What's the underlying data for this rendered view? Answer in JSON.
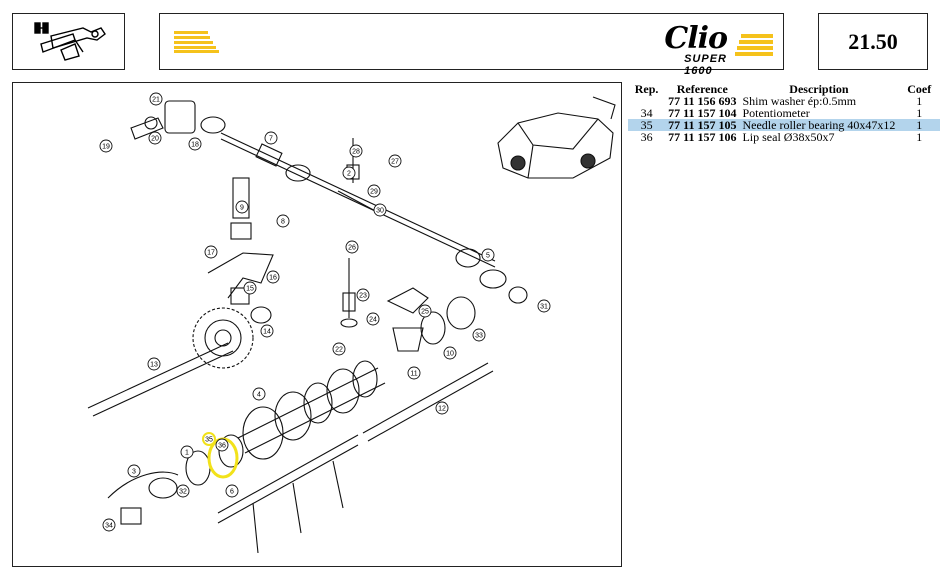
{
  "header": {
    "page_number": "21.50",
    "brand_name": "Clio",
    "brand_sub": "SUPER 1600",
    "stripe_color": "#f5c21b"
  },
  "parts_table": {
    "headers": [
      "Rep.",
      "Reference",
      "Description",
      "Coef"
    ],
    "rows": [
      {
        "rep": "",
        "ref": "77 11 156 693",
        "desc": "Shim washer ép:0.5mm",
        "coef": "1"
      },
      {
        "rep": "34",
        "ref": "77 11 157 104",
        "desc": "Potentiometer",
        "coef": "1"
      },
      {
        "rep": "35",
        "ref": "77 11 157 105",
        "desc": "Needle roller bearing 40x47x12",
        "coef": "1",
        "highlighted": true
      },
      {
        "rep": "36",
        "ref": "77 11 157 106",
        "desc": "Lip seal Ø38x50x7",
        "coef": "1"
      }
    ]
  },
  "diagram": {
    "highlight_color": "#f2e21a",
    "callouts": [
      "21",
      "20",
      "19",
      "18",
      "7",
      "28",
      "27",
      "2",
      "29",
      "30",
      "8",
      "9",
      "26",
      "17",
      "16",
      "15",
      "14",
      "13",
      "22",
      "23",
      "24",
      "25",
      "5",
      "31",
      "33",
      "10",
      "11",
      "12",
      "4",
      "1",
      "35",
      "36",
      "6",
      "3",
      "32",
      "34"
    ]
  }
}
